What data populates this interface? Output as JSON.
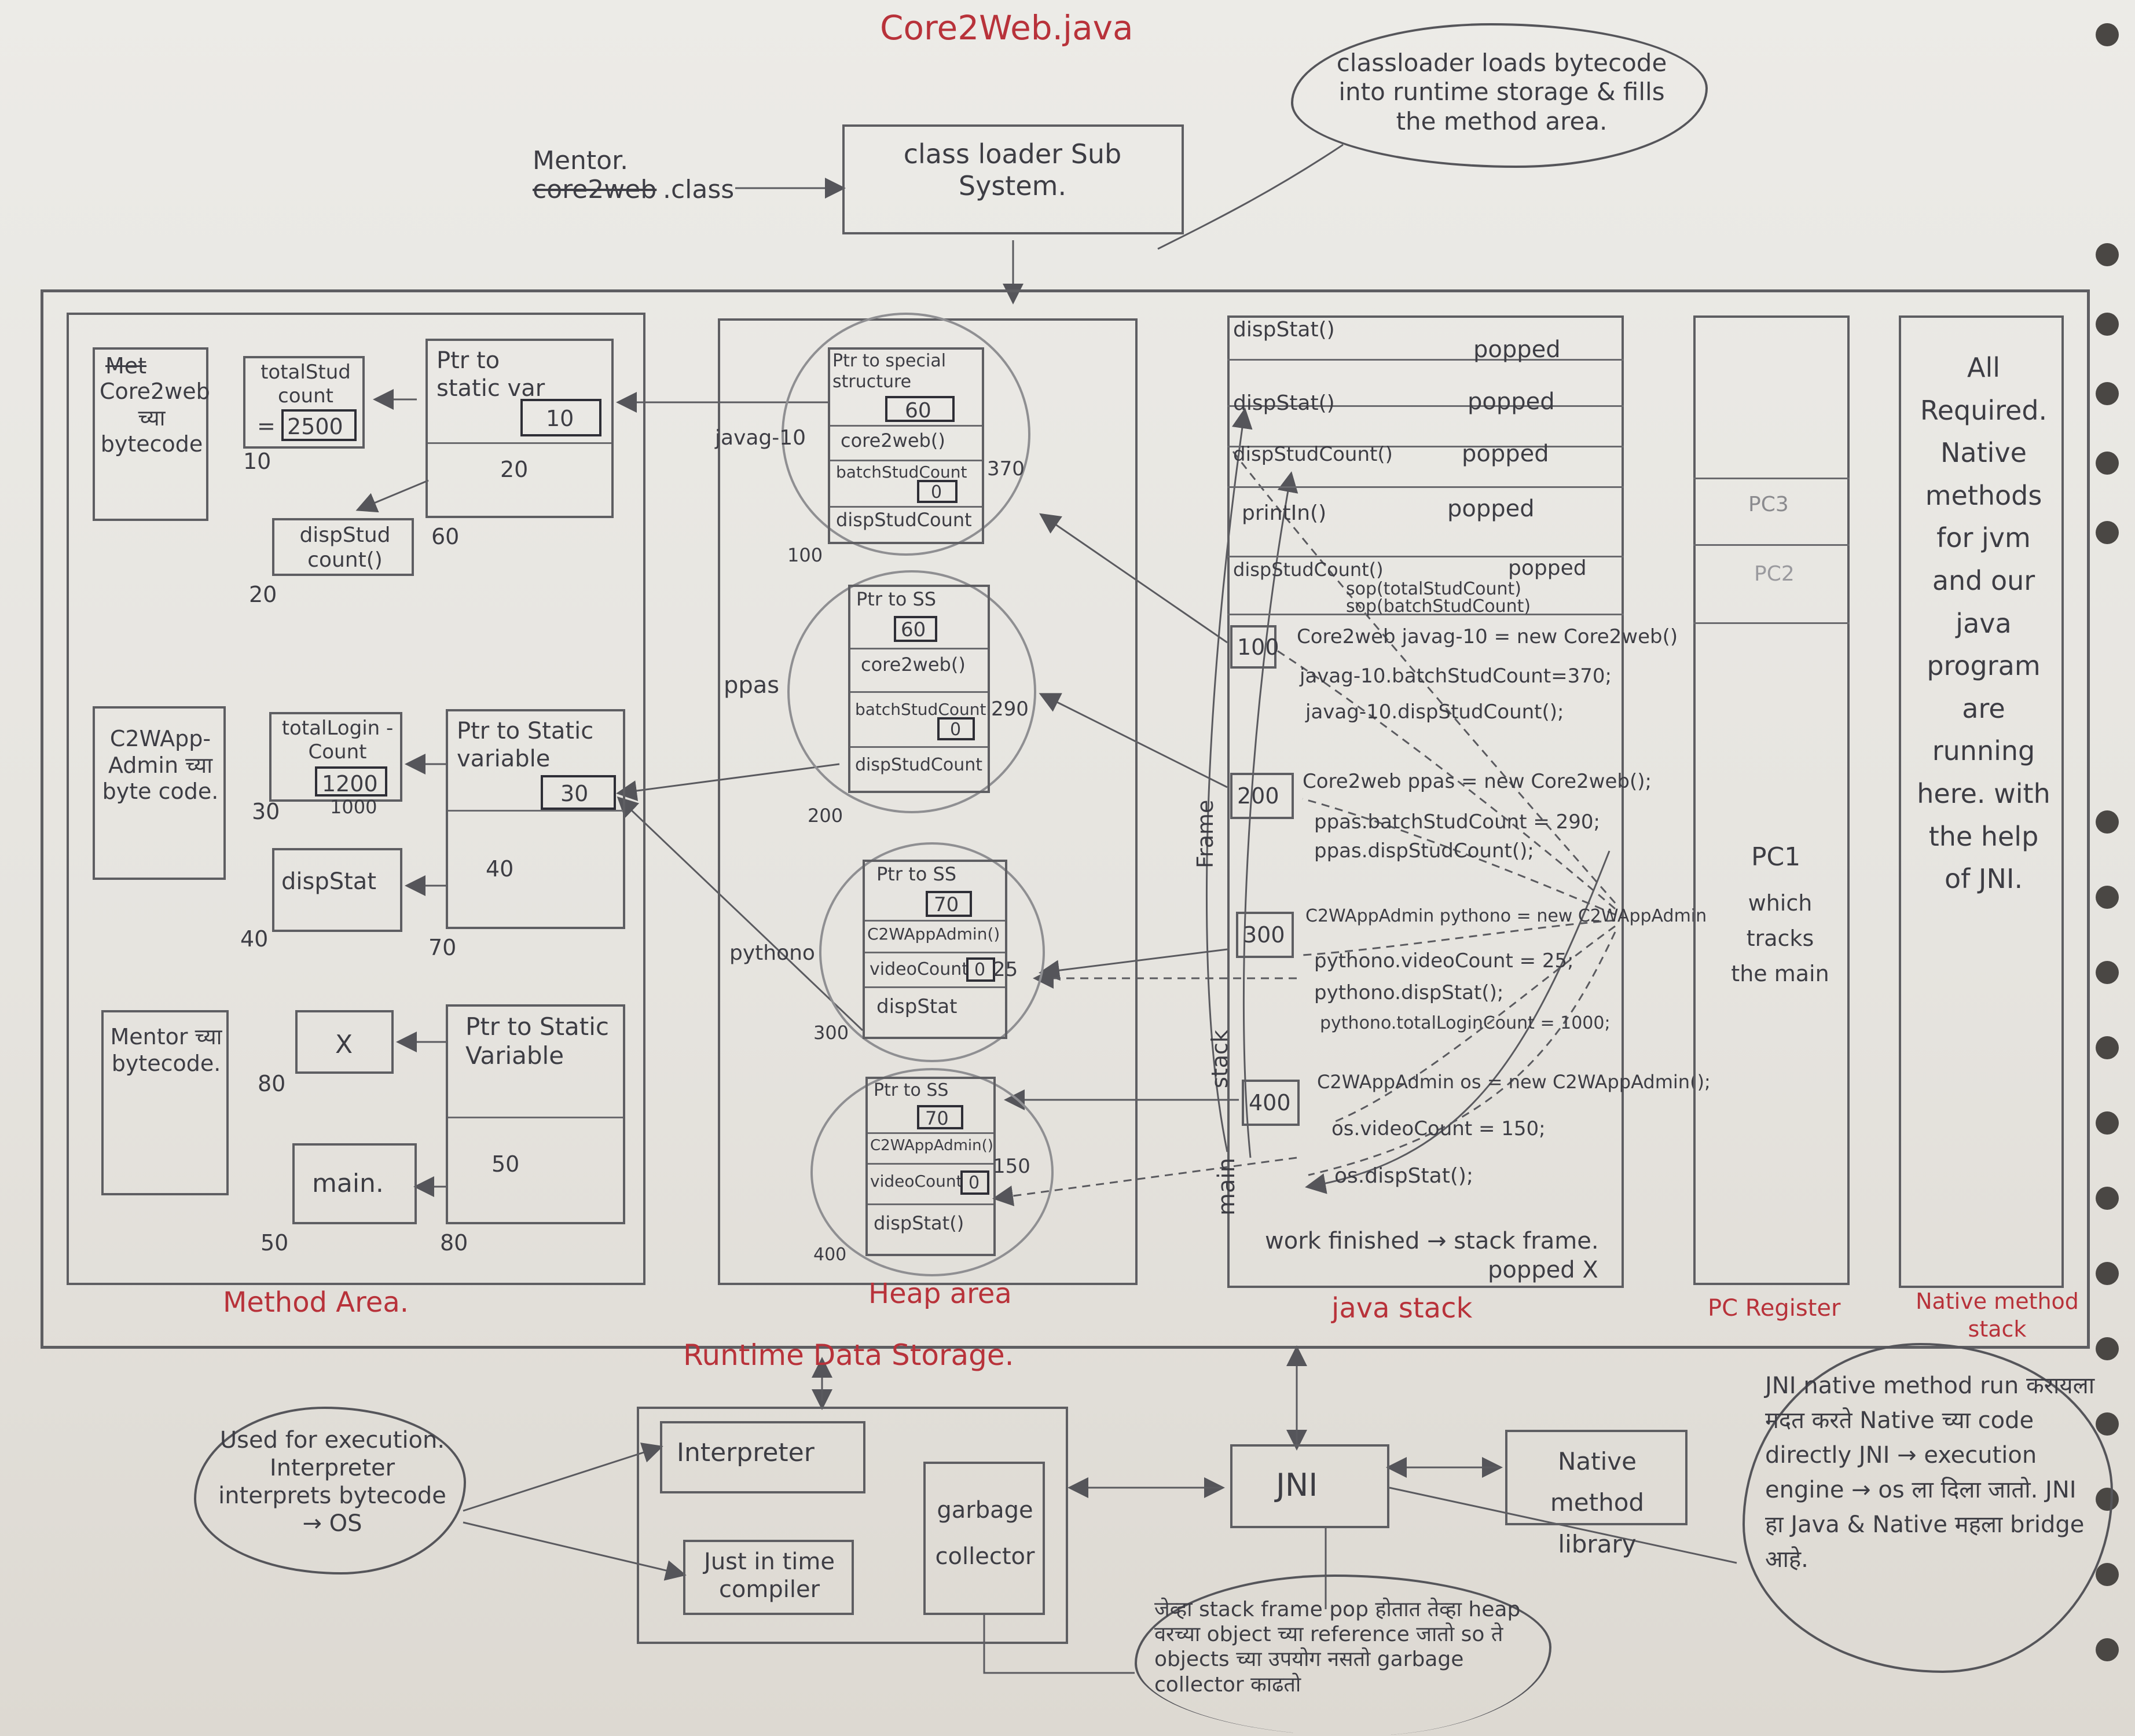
{
  "title": "Core2Web.java",
  "notes": {
    "classloader_cloud": "classloader loads bytecode into runtime storage & fills the method area.",
    "execution_cloud": "Used for execution. Interpreter interprets bytecode → OS",
    "jni_cloud": "JNI native method run करायला मदत करते Native च्या code directly JNI → execution engine → os ला दिला जातो. JNI हा Java & Native महला bridge आहे.",
    "gc_cloud": "जेव्हा stack frame pop होतात तेव्हा heap वरच्या object च्या reference जातो so ते objects च्या उपयोग नसतो garbage collector काढतो"
  },
  "classloader": {
    "source_label": "Mentor.",
    "struck_label": "core2web",
    "suffix": ".class",
    "box_label": "class loader Sub System."
  },
  "method_area": {
    "label": "Method Area.",
    "groups": [
      {
        "bytecode": "Core2web च्या bytecode",
        "struck": "Met",
        "static_field": "totalStud count",
        "static_value": "2500",
        "static_value_prefix": "=",
        "field_addr": "10",
        "ptr_label": "Ptr to static var",
        "ptr_value": "10",
        "ptr_bottom": "20",
        "ptr_addr": "60",
        "method": "dispStud count()",
        "method_addr": "20"
      },
      {
        "bytecode": "C2WApp-Admin च्या byte code.",
        "static_field": "totalLogin -Count",
        "static_value": "1200",
        "struck_value": "1000",
        "field_addr": "30",
        "ptr_label": "Ptr to Static variable",
        "ptr_value": "30",
        "ptr_bottom": "40",
        "ptr_addr": "70",
        "method": "dispStat",
        "method_addr": "40"
      },
      {
        "bytecode": "Mentor च्या bytecode.",
        "static_field": "X",
        "field_addr": "80",
        "ptr_label": "Ptr to Static Variable",
        "ptr_bottom": "50",
        "ptr_addr": "80",
        "method": "main.",
        "method_addr": "50"
      }
    ]
  },
  "heap": {
    "label": "Heap area",
    "objects": [
      {
        "name": "javag-10",
        "ptr": "Ptr to special structure",
        "ptr_value": "60",
        "ctor": "core2web()",
        "field": "batchStudCount",
        "field_value": "0",
        "field_new": "370",
        "method": "dispStudCount",
        "addr": "100"
      },
      {
        "name": "ppas",
        "ptr": "Ptr to SS",
        "ptr_value": "60",
        "ctor": "core2web()",
        "field": "batchStudCount",
        "field_value": "0",
        "field_new": "290",
        "method": "dispStudCount",
        "addr": "200"
      },
      {
        "name": "pythono",
        "ptr": "Ptr to SS",
        "ptr_value": "70",
        "ctor": "C2WAppAdmin()",
        "field": "videoCount",
        "field_value": "0",
        "field_new": "25",
        "method": "dispStat",
        "addr": "300"
      },
      {
        "name": "",
        "ptr": "Ptr to SS",
        "ptr_value": "70",
        "ctor": "C2WAppAdmin()",
        "field": "videoCount",
        "field_value": "0",
        "field_new": "150",
        "method": "dispStat()",
        "addr": "400"
      }
    ]
  },
  "java_stack": {
    "label": "java stack",
    "frames": [
      {
        "text": "dispStat()",
        "status": "popped"
      },
      {
        "text": "dispStat()",
        "status": "popped"
      },
      {
        "text": "dispStudCount()",
        "status": "popped"
      },
      {
        "text": "printIn()",
        "status": "popped"
      },
      {
        "text": "dispStudCount()",
        "status": "popped"
      }
    ],
    "sop_lines": [
      "sop(totalStudCount)",
      "sop(batchStudCount)"
    ],
    "main_lines": [
      {
        "ref": "100",
        "lines": [
          "Core2web javag-10 = new Core2web()",
          "javag-10.batchStudCount=370;",
          "javag-10.dispStudCount();"
        ]
      },
      {
        "ref": "200",
        "lines": [
          "Core2web ppas = new Core2web();",
          "ppas.batchStudCount = 290;",
          "ppas.dispStudCount();"
        ]
      },
      {
        "ref": "300",
        "lines": [
          "C2WAppAdmin pythono = new C2WAppAdmin",
          "pythono.videoCount = 25;",
          "pythono.dispStat();",
          "pythono.totalLoginCount = 1000;"
        ]
      },
      {
        "ref": "400",
        "lines": [
          "C2WAppAdmin os = new C2WAppAdmin();",
          "os.videoCount = 150;",
          "os.dispStat();"
        ]
      }
    ],
    "side_label_main": "main",
    "side_label_stack": "stack",
    "side_label_frame": "Frame",
    "finished": "work finished → stack frame.",
    "popped": "popped X"
  },
  "pc_register": {
    "label": "PC Register",
    "entries": [
      "PC3",
      "PC2"
    ],
    "pc1": "PC1",
    "pc1_note": "which tracks the main"
  },
  "native_stack": {
    "label": "Native method stack",
    "text": "All Required. Native methods for jvm and our java program are running here. with the help of JNI."
  },
  "runtime_label": "Runtime Data Storage.",
  "execution_engine": {
    "interpreter": "Interpreter",
    "jit": "Just in time compiler",
    "gc": "garbage collector"
  },
  "jni": "JNI",
  "native_library": "Native method library"
}
